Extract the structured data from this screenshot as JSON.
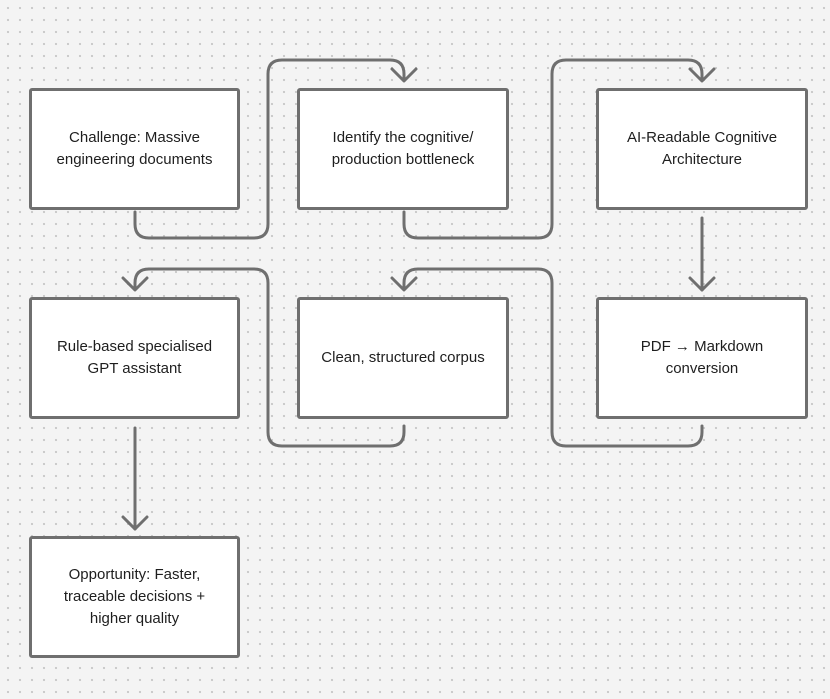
{
  "diagram": {
    "stroke_color": "#6f6f6f",
    "node_fill": "#ffffff",
    "text_color": "#1e1e1e",
    "nodes": [
      {
        "id": "challenge",
        "label": "Challenge: Massive engineering documents"
      },
      {
        "id": "bottleneck",
        "label": "Identify the cognitive/ production bottleneck"
      },
      {
        "id": "architecture",
        "label": "AI-Readable Cognitive Architecture"
      },
      {
        "id": "conversion",
        "label": "PDF → Markdown conversion"
      },
      {
        "id": "corpus",
        "label": "Clean, structured corpus"
      },
      {
        "id": "assistant",
        "label": "Rule-based specialised GPT assistant"
      },
      {
        "id": "opportunity",
        "label": "Opportunity: Faster, traceable decisions + higher quality"
      }
    ],
    "edges": [
      {
        "from": "challenge",
        "to": "bottleneck"
      },
      {
        "from": "bottleneck",
        "to": "architecture"
      },
      {
        "from": "architecture",
        "to": "conversion"
      },
      {
        "from": "conversion",
        "to": "corpus"
      },
      {
        "from": "corpus",
        "to": "assistant"
      },
      {
        "from": "assistant",
        "to": "opportunity"
      }
    ]
  }
}
